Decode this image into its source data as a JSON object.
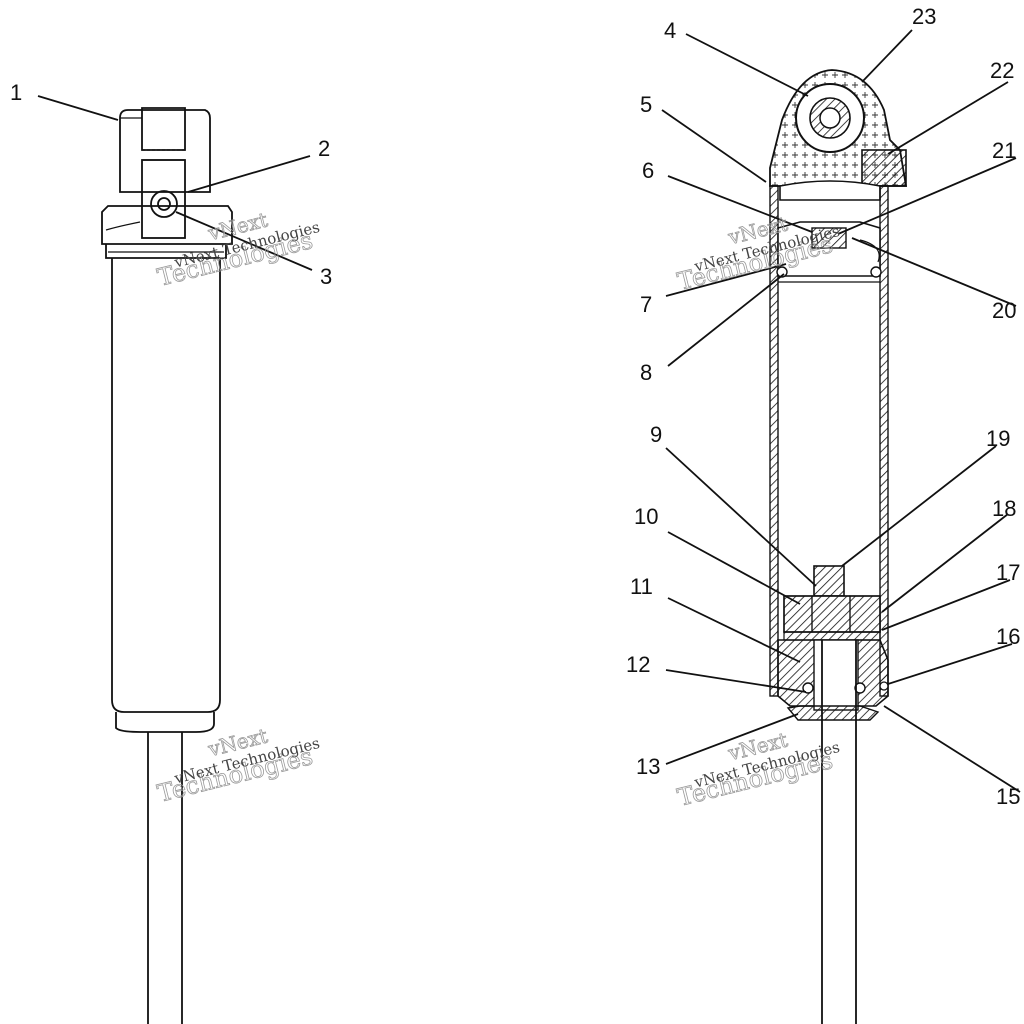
{
  "diagram": {
    "callouts": [
      {
        "id": "1",
        "label": "1"
      },
      {
        "id": "2",
        "label": "2"
      },
      {
        "id": "3",
        "label": "3"
      },
      {
        "id": "4",
        "label": "4"
      },
      {
        "id": "5",
        "label": "5"
      },
      {
        "id": "6",
        "label": "6"
      },
      {
        "id": "7",
        "label": "7"
      },
      {
        "id": "8",
        "label": "8"
      },
      {
        "id": "9",
        "label": "9"
      },
      {
        "id": "10",
        "label": "10"
      },
      {
        "id": "11",
        "label": "11"
      },
      {
        "id": "12",
        "label": "12"
      },
      {
        "id": "13",
        "label": "13"
      },
      {
        "id": "15",
        "label": "15"
      },
      {
        "id": "16",
        "label": "16"
      },
      {
        "id": "17",
        "label": "17"
      },
      {
        "id": "18",
        "label": "18"
      },
      {
        "id": "19",
        "label": "19"
      },
      {
        "id": "20",
        "label": "20"
      },
      {
        "id": "21",
        "label": "21"
      },
      {
        "id": "22",
        "label": "22"
      },
      {
        "id": "23",
        "label": "23"
      }
    ],
    "watermarks": [
      {
        "line1": "vNext",
        "line2": "Technologies",
        "small": "vNext Technologies"
      },
      {
        "line1": "vNext",
        "line2": "Technologies",
        "small": "vNext Technologies"
      },
      {
        "line1": "vNext",
        "line2": "Technologies",
        "small": "vNext Technologies"
      },
      {
        "line1": "vNext",
        "line2": "Technologies",
        "small": "vNext Technologies"
      }
    ]
  }
}
